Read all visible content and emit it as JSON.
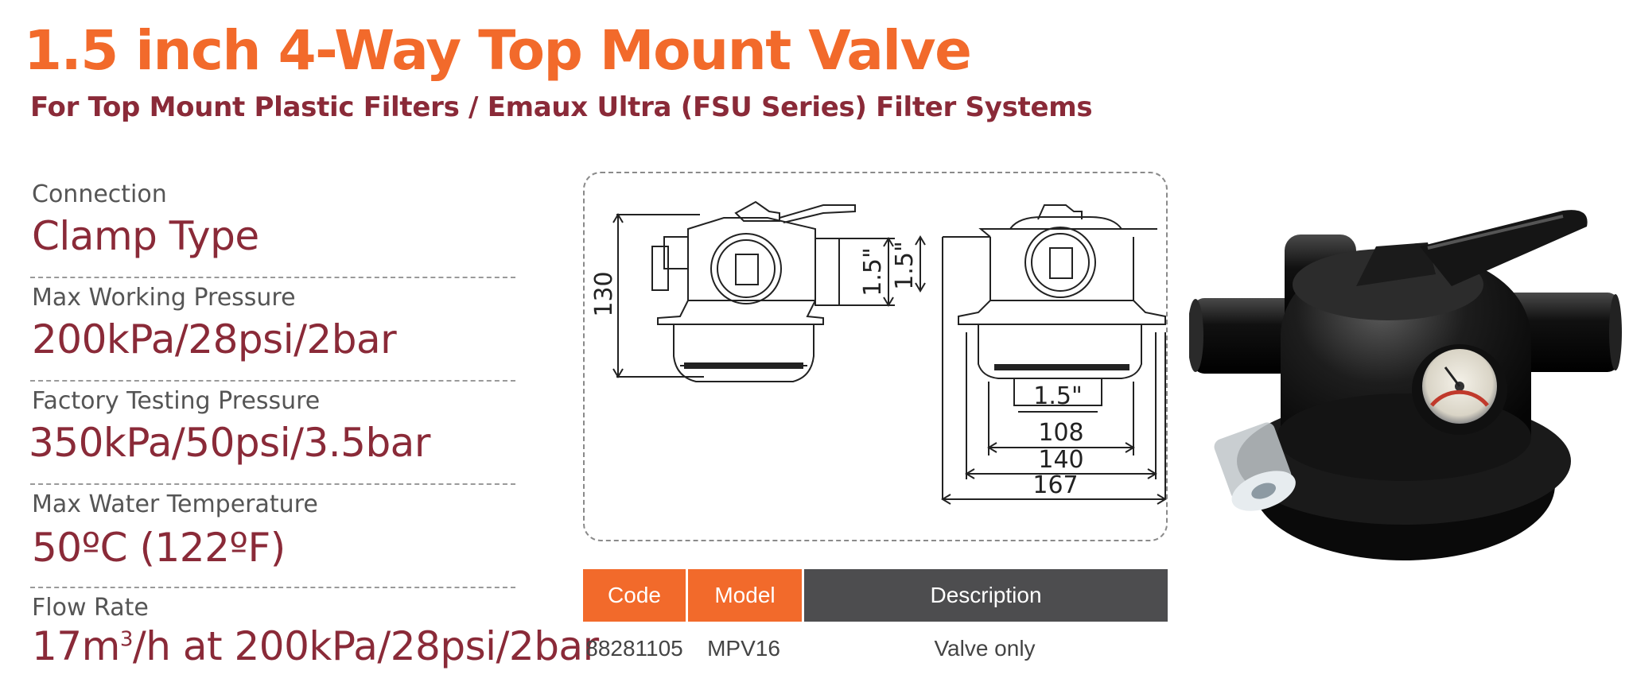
{
  "title": "1.5 inch 4-Way Top Mount Valve",
  "subtitle": "For Top Mount Plastic Filters / Emaux Ultra (FSU Series) Filter Systems",
  "specs": [
    {
      "label": "Connection",
      "value": "Clamp Type"
    },
    {
      "label": "Max Working Pressure",
      "value": "200kPa/28psi/2bar"
    },
    {
      "label": "Factory Testing Pressure",
      "value": "350kPa/50psi/3.5bar"
    },
    {
      "label": "Max Water Temperature",
      "value": "50ºC (122ºF)"
    },
    {
      "label": "Flow Rate",
      "value_pre": "17m",
      "value_sup": "3",
      "value_post": "/h at 200kPa/28psi/2bar"
    }
  ],
  "drawing": {
    "height": "130",
    "port_left": "1.5\"",
    "port_right": "1.5\"",
    "port_bottom": "1.5\"",
    "width_108": "108",
    "width_140": "140",
    "width_167": "167"
  },
  "table": {
    "headers": {
      "code": "Code",
      "model": "Model",
      "description": "Description"
    },
    "rows": [
      {
        "code": "88281105",
        "model": "MPV16",
        "description": "Valve only"
      }
    ]
  },
  "colors": {
    "accent": "#f26a2b",
    "maroon": "#8a2a38",
    "header_dark": "#4d4d4f"
  },
  "icons": {
    "product_photo": "valve-photo"
  }
}
